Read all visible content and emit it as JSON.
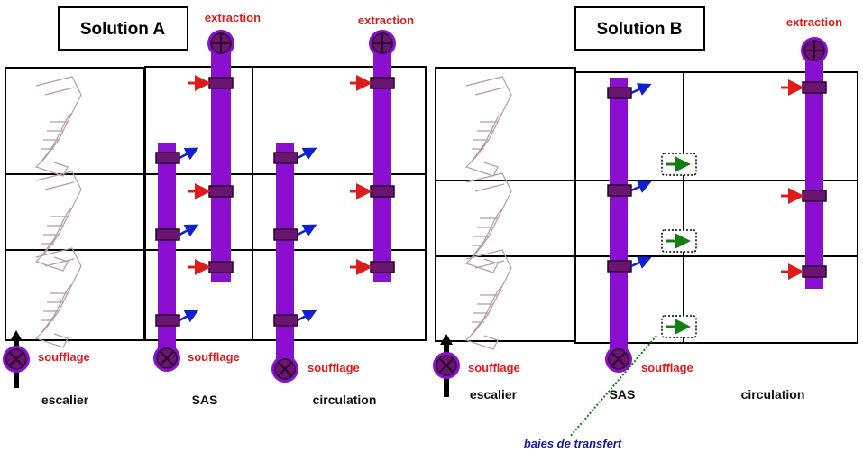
{
  "solution_a": {
    "title": "Solution A",
    "extraction_labels": [
      "extraction",
      "extraction"
    ],
    "soufflage_labels": [
      "soufflage",
      "soufflage",
      "soufflage"
    ],
    "zones": [
      "escalier",
      "SAS",
      "circulation"
    ]
  },
  "solution_b": {
    "title": "Solution B",
    "extraction_label": "extraction",
    "soufflage_labels": [
      "soufflage",
      "soufflage"
    ],
    "zones": [
      "escalier",
      "SAS",
      "circulation"
    ],
    "transfer_label": "baies de transfert"
  },
  "colors": {
    "duct": "#8a0fd0",
    "extraction_arrow": "#e01b1b",
    "supply_arrow": "#1020d0",
    "transfer_arrow": "#108010"
  }
}
